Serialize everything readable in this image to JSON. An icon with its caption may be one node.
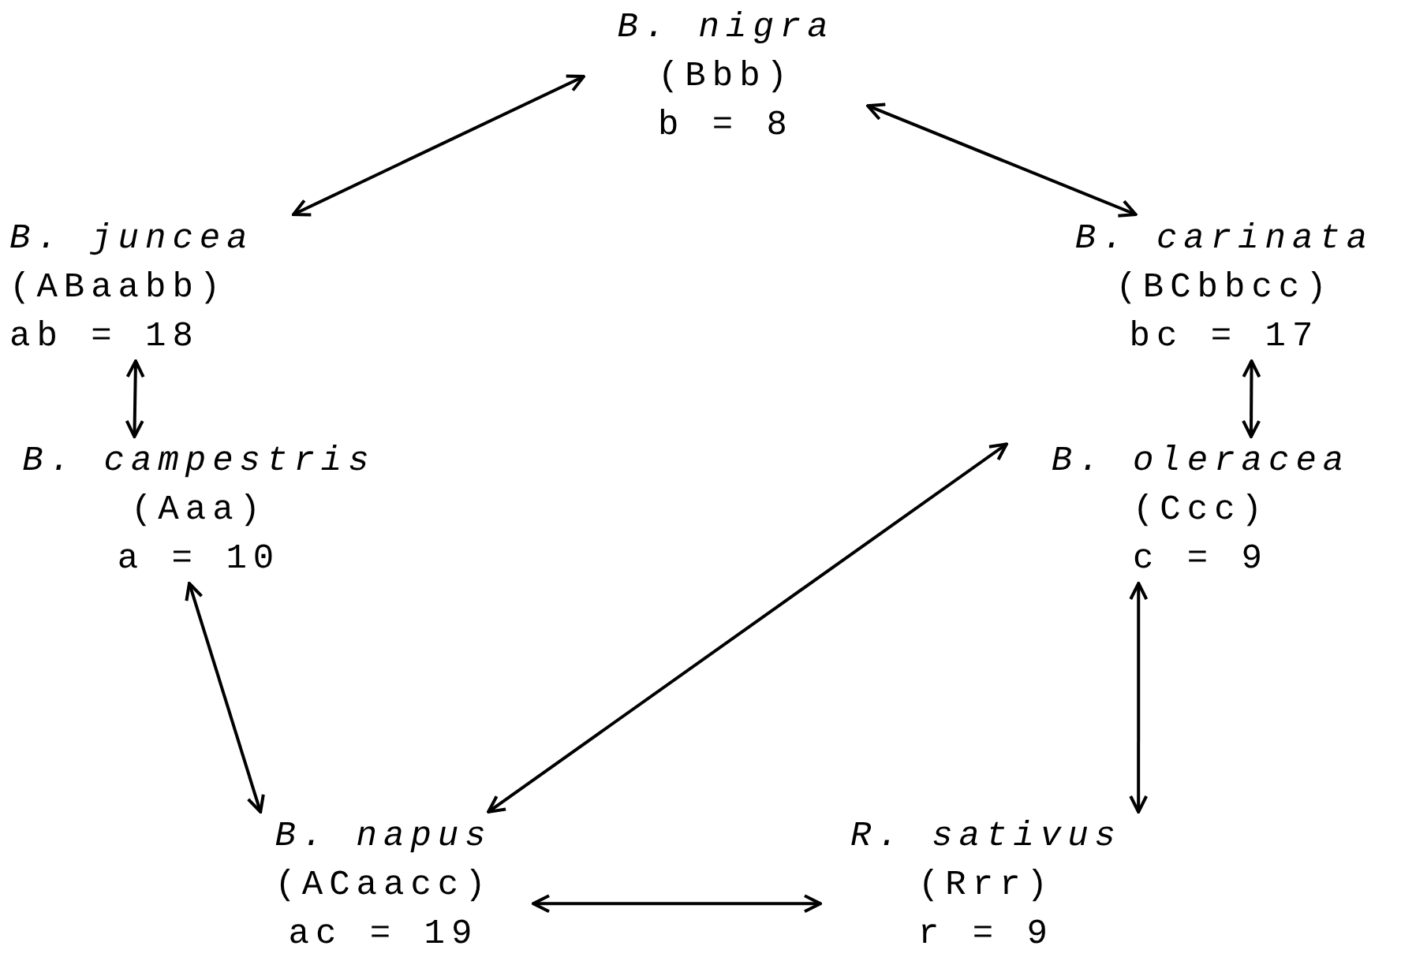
{
  "diagram": {
    "nodes": [
      {
        "text": [
          "B. nigra",
          "(Bbb)",
          "b = 8"
        ]
      },
      {
        "text": [
          "B. juncea",
          "(ABaabb)",
          "ab = 18"
        ]
      },
      {
        "text": [
          "B. carinata",
          "(BCbbcc)",
          "bc = 17"
        ]
      },
      {
        "text": [
          "B. campestris",
          "(Aaa)",
          "a = 10"
        ]
      },
      {
        "text": [
          "B. oleracea",
          "(Ccc)",
          "c = 9"
        ]
      },
      {
        "text": [
          "B. napus",
          "(ACaacc)",
          "ac = 19"
        ]
      },
      {
        "text": [
          "R. sativus",
          "(Rrr)",
          "r = 9"
        ]
      }
    ],
    "edges": [
      {
        "from": 0,
        "to": 1,
        "arrow": "both"
      },
      {
        "from": 0,
        "to": 2,
        "arrow": "both"
      },
      {
        "from": 1,
        "to": 3,
        "arrow": "both"
      },
      {
        "from": 2,
        "to": 4,
        "arrow": "both"
      },
      {
        "from": 3,
        "to": 5,
        "arrow": "both"
      },
      {
        "from": 4,
        "to": 5,
        "arrow": "both"
      },
      {
        "from": 4,
        "to": 6,
        "arrow": "both"
      },
      {
        "from": 5,
        "to": 6,
        "arrow": "both"
      }
    ]
  }
}
